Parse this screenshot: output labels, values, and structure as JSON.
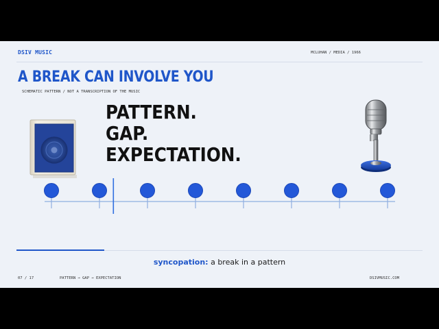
{
  "header": {
    "brand": "DSIV MUSIC",
    "meta": "MCLUHAN / MEDIA / 1966"
  },
  "title": "A BREAK CAN INVOLVE YOU",
  "subtitle": "SCHEMATIC PATTERN / NOT A TRANSCRIPTION OF THE MUSIC",
  "headline_lines": [
    "PATTERN.",
    "GAP.",
    "EXPECTATION."
  ],
  "pattern": {
    "beats": 8,
    "gap_after_beat": 2
  },
  "progress": {
    "fraction": 0.217
  },
  "definition": {
    "term": "syncopation:",
    "text": " a break in a pattern"
  },
  "footer": {
    "page": "07 / 17",
    "sequence": "PATTERN → GAP → EXPECTATION",
    "site": "DSIVMUSIC.COM"
  },
  "colors": {
    "accent": "#1f56c9",
    "beat": "#2358d8",
    "background": "#eef2f8",
    "ink": "#111111"
  },
  "icons": {
    "speaker": "speaker-icon",
    "microphone": "microphone-icon"
  }
}
